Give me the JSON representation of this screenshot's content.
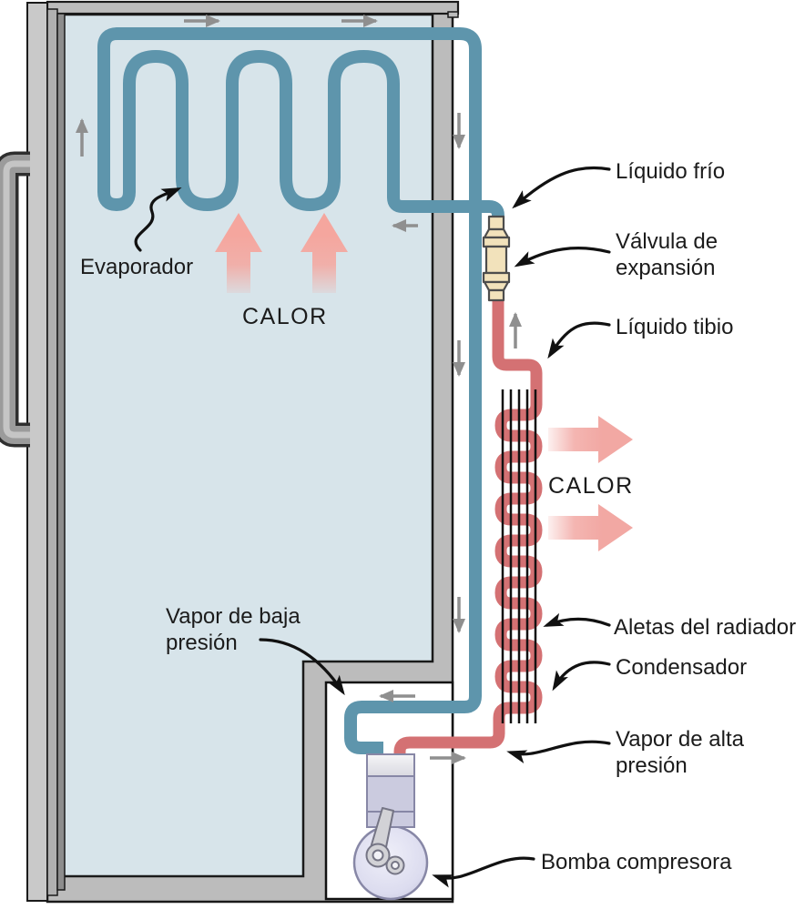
{
  "diagram": {
    "title_implicit": "Ciclo de refrigeración de un refrigerador",
    "labels": {
      "evaporador": "Evaporador",
      "calor_interior": "CALOR",
      "liquido_frio": "Líquido frío",
      "valvula_expansion": {
        "line1": "Válvula de",
        "line2": "expansión"
      },
      "liquido_tibio": "Líquido tibio",
      "calor_exterior": "CALOR",
      "aletas_radiador": "Aletas del radiador",
      "condensador": "Condensador",
      "vapor_alta": {
        "line1": "Vapor de alta",
        "line2": "presión"
      },
      "bomba_compresora": "Bomba compresora",
      "vapor_baja": {
        "line1": "Vapor de baja",
        "line2": "presión"
      }
    },
    "colors": {
      "cold_pipe": "#5e95ac",
      "hot_pipe": "#d47173",
      "heat_arrow": "#f5a69e",
      "valve_fill": "#f2e2bb",
      "valve_stroke": "#4d4d4d",
      "compressor_fill": "#cbcbdf",
      "compressor_stroke": "#8787a6",
      "case_gray": "#bcbcbc",
      "interior_blue": "#d7e4ea",
      "flow_arrow_gray": "#8f8f8f",
      "fin_black": "#111111",
      "label_black": "#1b1b1b"
    },
    "flow_arrows": [
      {
        "name": "flow-top-1",
        "direction": "right"
      },
      {
        "name": "flow-top-2",
        "direction": "right"
      },
      {
        "name": "flow-left-interior",
        "direction": "up"
      },
      {
        "name": "flow-bottom-interior",
        "direction": "left"
      },
      {
        "name": "flow-outside-pipe-1",
        "direction": "down"
      },
      {
        "name": "flow-outside-pipe-2",
        "direction": "down"
      },
      {
        "name": "flow-outside-pipe-3",
        "direction": "down"
      },
      {
        "name": "flow-to-valve",
        "direction": "up"
      },
      {
        "name": "flow-compartment-in",
        "direction": "left"
      },
      {
        "name": "flow-compartment-out",
        "direction": "right"
      }
    ]
  }
}
